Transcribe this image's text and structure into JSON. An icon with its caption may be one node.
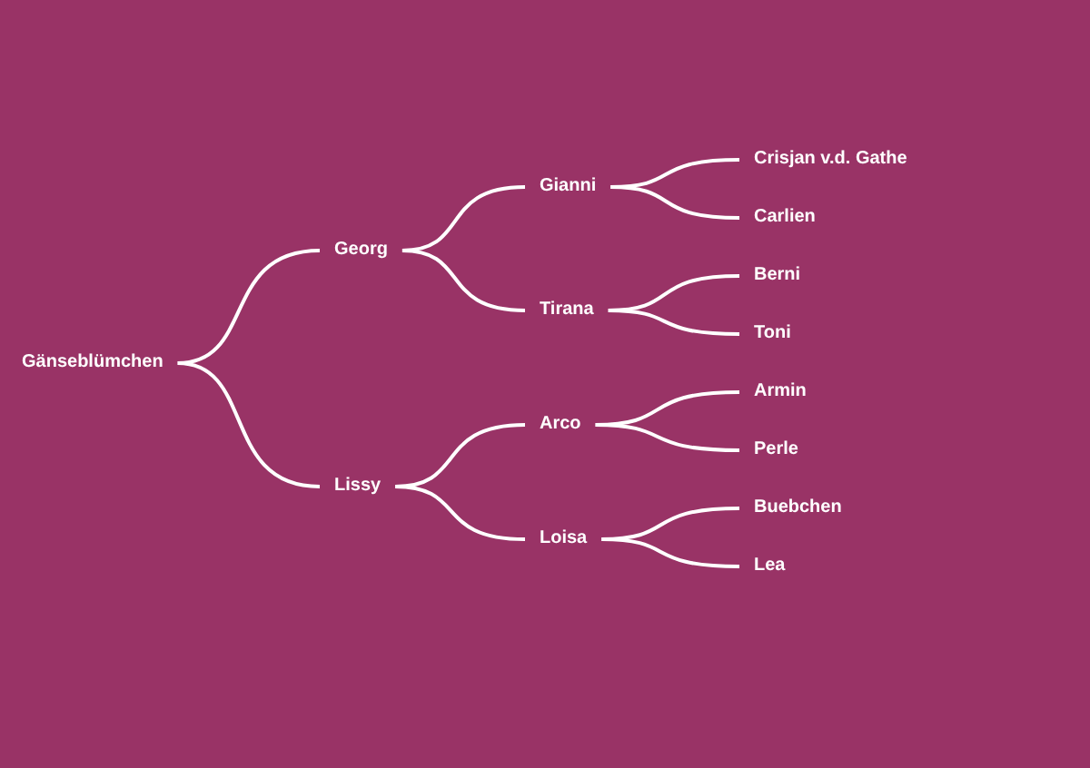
{
  "diagram": {
    "nodes": [
      {
        "text": [
          "Gänseblümchen"
        ]
      },
      {
        "text": [
          "Georg"
        ]
      },
      {
        "text": [
          "Lissy"
        ]
      },
      {
        "text": [
          "Gianni"
        ]
      },
      {
        "text": [
          "Tirana"
        ]
      },
      {
        "text": [
          "Arco"
        ]
      },
      {
        "text": [
          "Loisa"
        ]
      },
      {
        "text": [
          "Crisjan v.d. Gathe"
        ]
      },
      {
        "text": [
          "Carlien"
        ]
      },
      {
        "text": [
          "Berni"
        ]
      },
      {
        "text": [
          "Toni"
        ]
      },
      {
        "text": [
          "Armin"
        ]
      },
      {
        "text": [
          "Perle"
        ]
      },
      {
        "text": [
          "Buebchen"
        ]
      },
      {
        "text": [
          "Lea"
        ]
      }
    ],
    "edges": [
      {
        "from": 0,
        "to": 1,
        "arrow": "none"
      },
      {
        "from": 0,
        "to": 2,
        "arrow": "none"
      },
      {
        "from": 1,
        "to": 3,
        "arrow": "none"
      },
      {
        "from": 1,
        "to": 4,
        "arrow": "none"
      },
      {
        "from": 2,
        "to": 5,
        "arrow": "none"
      },
      {
        "from": 2,
        "to": 6,
        "arrow": "none"
      },
      {
        "from": 3,
        "to": 7,
        "arrow": "none"
      },
      {
        "from": 3,
        "to": 8,
        "arrow": "none"
      },
      {
        "from": 4,
        "to": 9,
        "arrow": "none"
      },
      {
        "from": 4,
        "to": 10,
        "arrow": "none"
      },
      {
        "from": 5,
        "to": 11,
        "arrow": "none"
      },
      {
        "from": 5,
        "to": 12,
        "arrow": "none"
      },
      {
        "from": 6,
        "to": 13,
        "arrow": "none"
      },
      {
        "from": 6,
        "to": 14,
        "arrow": "none"
      }
    ]
  }
}
